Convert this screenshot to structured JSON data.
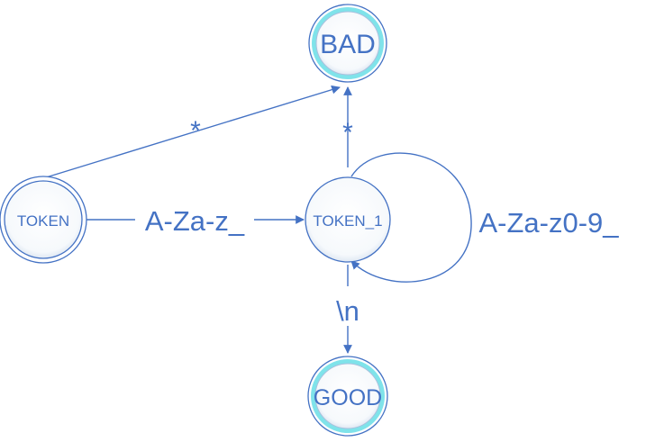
{
  "diagram": {
    "nodes": {
      "bad": {
        "label": "BAD",
        "kind": "final"
      },
      "good": {
        "label": "GOOD",
        "kind": "final"
      },
      "token": {
        "label": "TOKEN",
        "kind": "start"
      },
      "token1": {
        "label": "TOKEN_1",
        "kind": "state"
      }
    },
    "edges": {
      "token_to_bad": {
        "from": "TOKEN",
        "to": "BAD",
        "label": "*"
      },
      "token_to_token1": {
        "from": "TOKEN",
        "to": "TOKEN_1",
        "label": "A-Za-z_"
      },
      "token1_to_bad": {
        "from": "TOKEN_1",
        "to": "BAD",
        "label": "*"
      },
      "token1_self": {
        "from": "TOKEN_1",
        "to": "TOKEN_1",
        "label": "A-Za-z0-9_"
      },
      "token1_to_good": {
        "from": "TOKEN_1",
        "to": "GOOD",
        "label": "\\n"
      }
    },
    "colors": {
      "line": "#4472c4",
      "ring_final": "#7fe3ea",
      "node_fill": "#f4f7fb"
    }
  }
}
